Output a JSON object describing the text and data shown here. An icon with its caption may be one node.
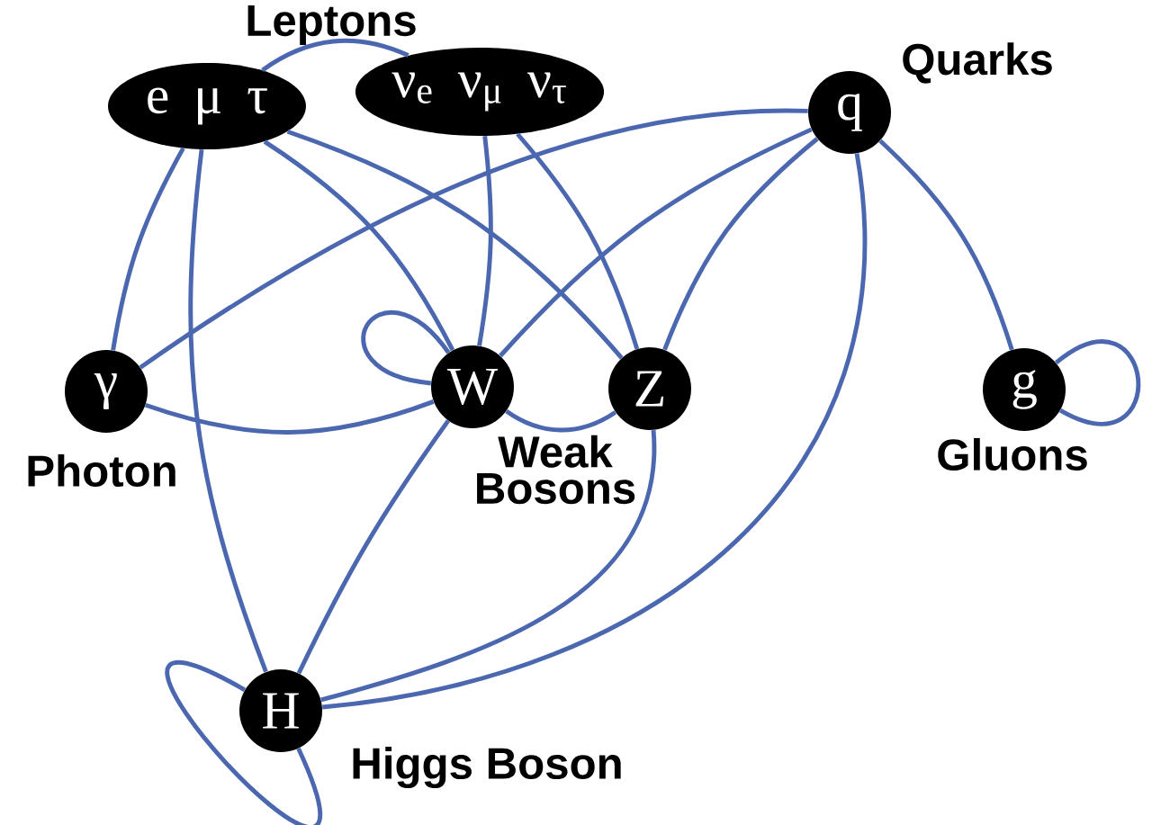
{
  "diagram": {
    "nodes": [
      {
        "text": [
          "e μ τ"
        ]
      },
      {
        "text": [
          "ν$_{e}$ ν$_{μ}$ ν$_{τ}$"
        ]
      },
      {
        "text": [
          "q"
        ],
        "beside": [
          "Quarks"
        ]
      },
      {
        "text": [
          "γ"
        ],
        "beside": [
          "Photon"
        ]
      },
      {
        "text": [
          "W"
        ]
      },
      {
        "text": [
          "Z"
        ]
      },
      {
        "text": [
          "g"
        ],
        "beside": [
          "Gluons"
        ]
      },
      {
        "text": [
          "H"
        ],
        "beside": [
          "Higgs Boson"
        ]
      }
    ],
    "edges": [
      {
        "from": 0,
        "to": 1,
        "arrow": "none"
      },
      {
        "from": 0,
        "to": 3,
        "arrow": "none"
      },
      {
        "from": 0,
        "to": 7,
        "arrow": "none"
      },
      {
        "from": 0,
        "to": 4,
        "arrow": "none"
      },
      {
        "from": 0,
        "to": 5,
        "arrow": "none"
      },
      {
        "from": 1,
        "to": 4,
        "arrow": "none"
      },
      {
        "from": 1,
        "to": 5,
        "arrow": "none"
      },
      {
        "from": 2,
        "to": 3,
        "arrow": "none"
      },
      {
        "from": 2,
        "to": 4,
        "arrow": "none"
      },
      {
        "from": 2,
        "to": 5,
        "arrow": "none"
      },
      {
        "from": 2,
        "to": 6,
        "arrow": "none"
      },
      {
        "from": 2,
        "to": 7,
        "arrow": "none"
      },
      {
        "from": 3,
        "to": 4,
        "arrow": "none"
      },
      {
        "from": 4,
        "to": 4,
        "arrow": "none"
      },
      {
        "from": 4,
        "to": 5,
        "arrow": "none"
      },
      {
        "from": 4,
        "to": 7,
        "arrow": "none"
      },
      {
        "from": 5,
        "to": 7,
        "arrow": "none"
      },
      {
        "from": 6,
        "to": 6,
        "arrow": "none"
      },
      {
        "from": 7,
        "to": 7,
        "arrow": "none"
      }
    ],
    "labels": [
      "Leptons",
      "Weak Bosons"
    ]
  }
}
